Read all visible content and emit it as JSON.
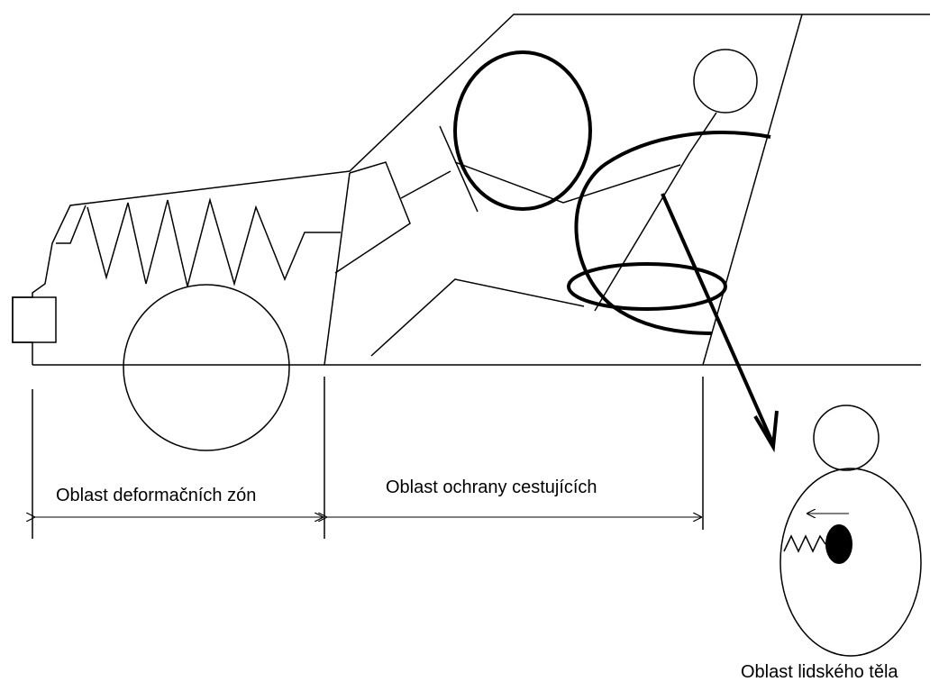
{
  "labels": {
    "deformation_zone": "Oblast deformačních zón",
    "passenger_protection": "Oblast ochrany cestujících",
    "human_body": "Oblast lidského těla"
  }
}
